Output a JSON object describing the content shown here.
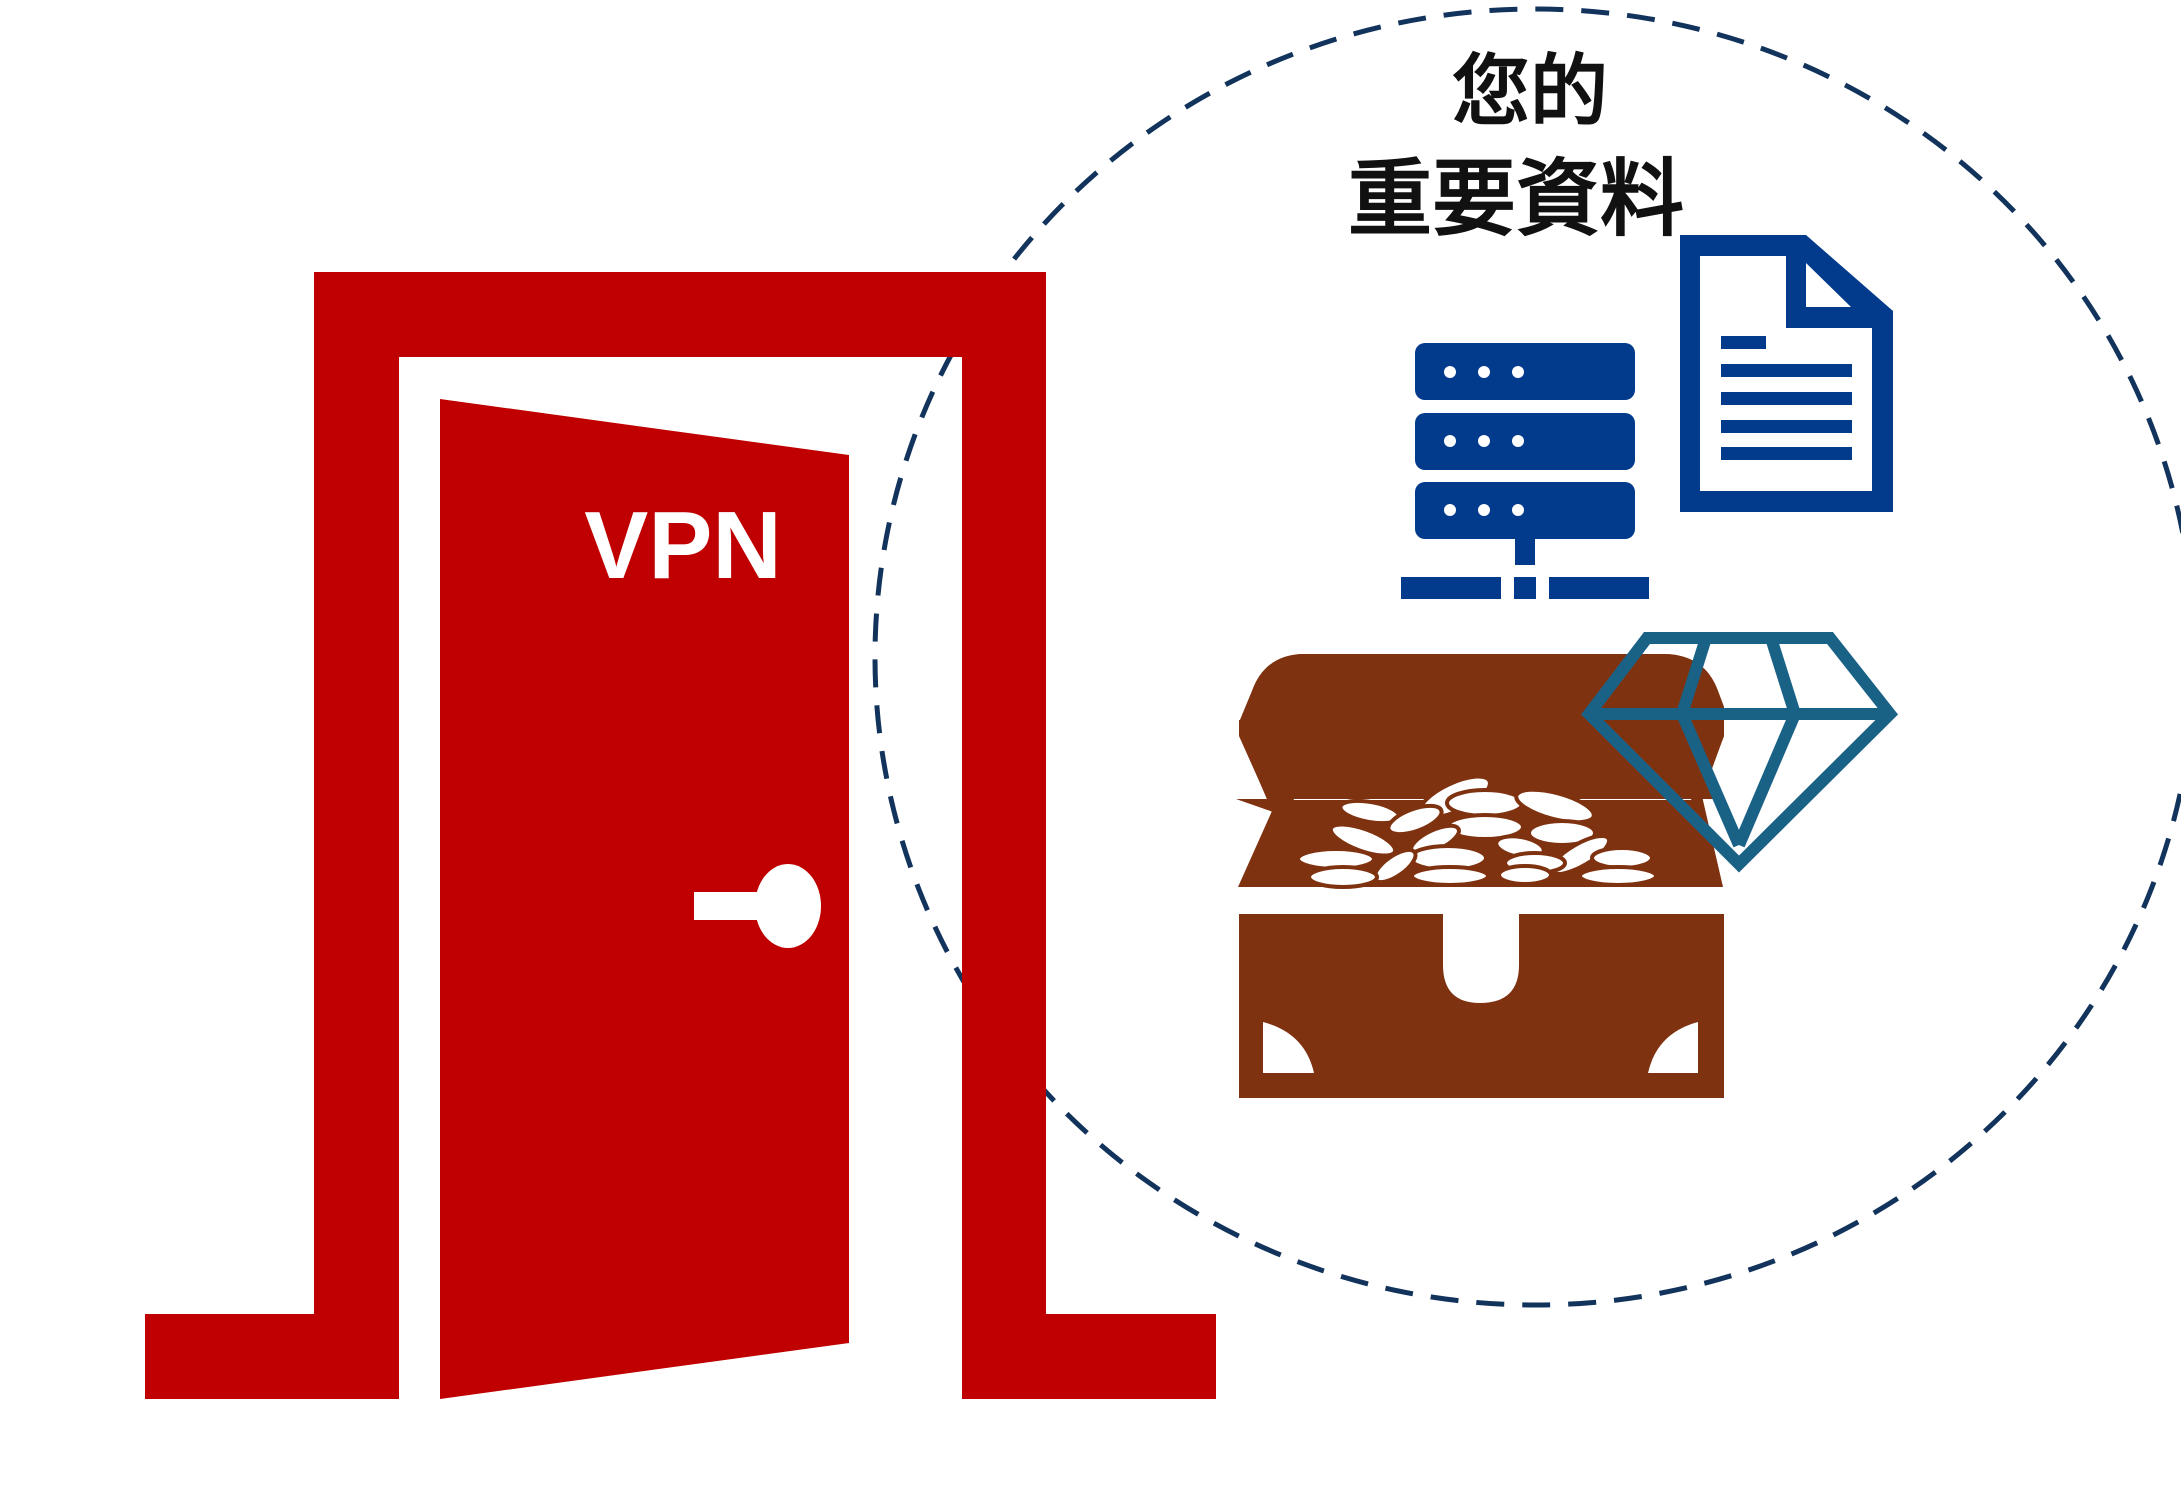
{
  "title": {
    "line1": "您的",
    "line2": "重要資料"
  },
  "door": {
    "label": "VPN"
  },
  "icons": {
    "door": "door-icon",
    "server": "server-icon",
    "document": "document-icon",
    "treasure": "treasure-chest-icon",
    "gem": "diamond-icon",
    "boundary": "dashed-circle"
  },
  "colors": {
    "door_red": "#C00000",
    "navy_blue": "#023A8C",
    "gem_teal": "#1A6186",
    "chest_brown": "#7F3210",
    "dashed_outline": "#12335C",
    "text": "#111111",
    "background": "#FFFFFF"
  }
}
